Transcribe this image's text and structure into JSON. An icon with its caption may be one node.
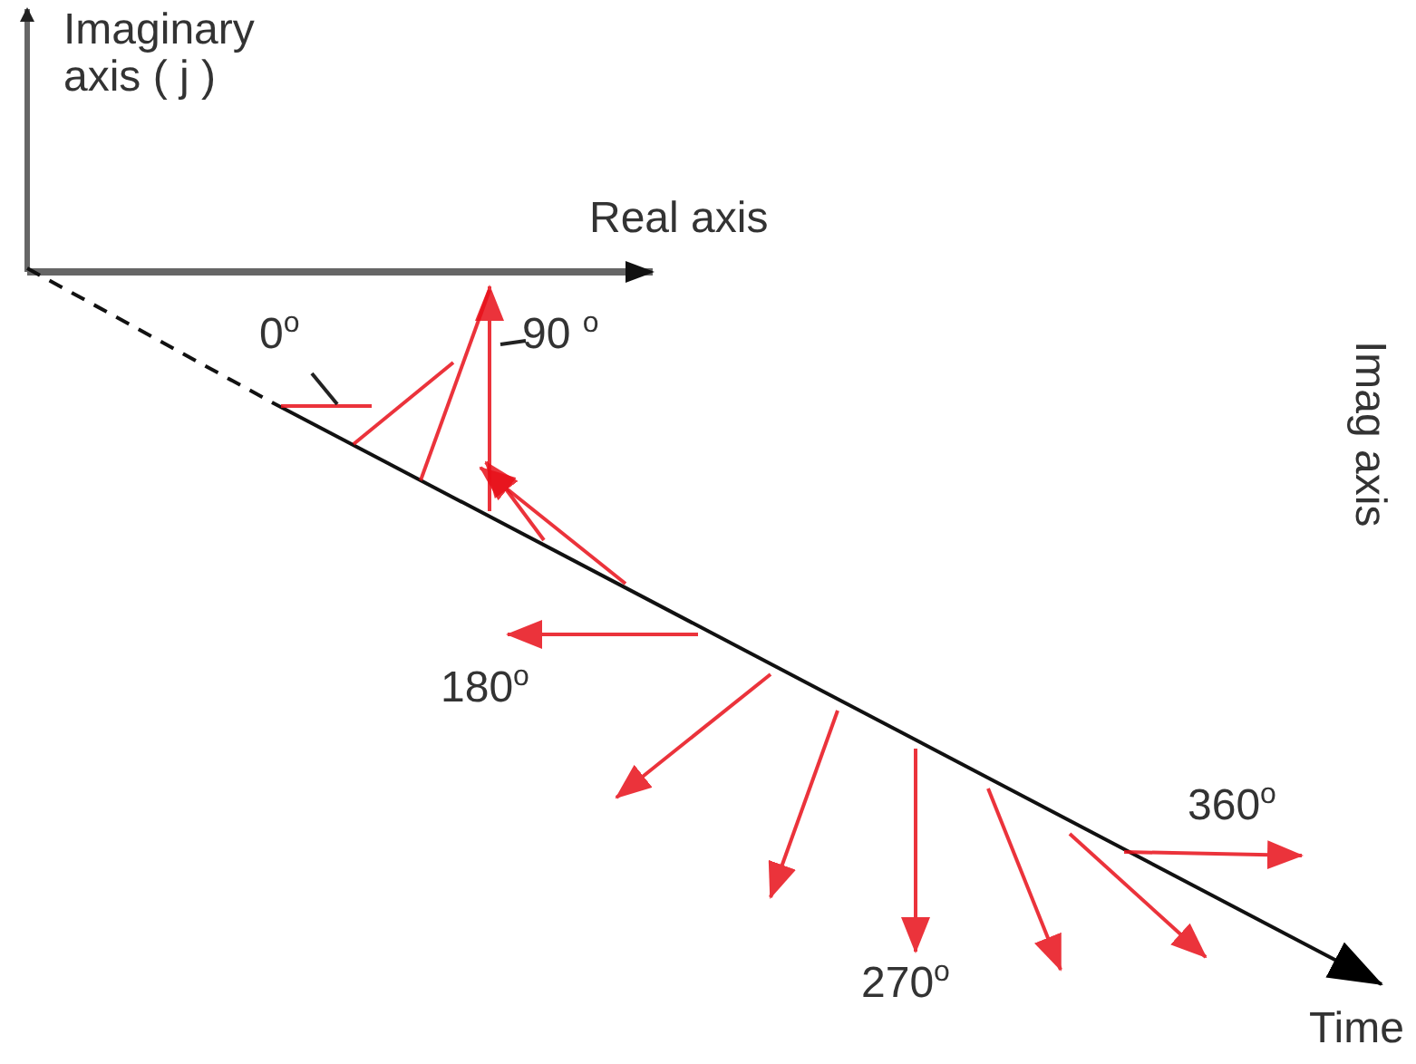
{
  "diagram": {
    "nodes": [
      {
        "text": [
          "0$^{o}$"
        ]
      },
      {
        "text": [
          "90 $^{o}$"
        ]
      }
    ],
    "edges": [
      {
        "from": 0,
        "to": null,
        "arrow": "none"
      },
      {
        "from": 1,
        "to": null,
        "arrow": "none"
      }
    ],
    "labels": [
      "Imaginary axis ( j )",
      "Real axis",
      "Imag axis",
      "180$^{o}$",
      "360$^{o}$",
      "270$^{o}$",
      "Time"
    ]
  }
}
